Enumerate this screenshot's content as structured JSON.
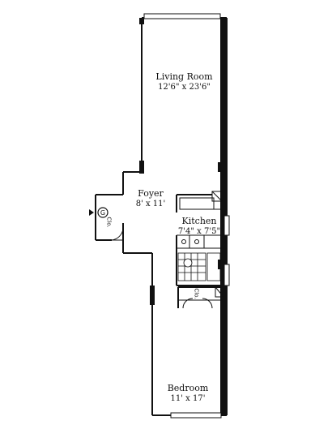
{
  "rooms": {
    "living": {
      "name": "Living Room",
      "dims": "12'6\" x 23'6\""
    },
    "foyer": {
      "name": "Foyer",
      "dims": "8' x 11'"
    },
    "kitchen": {
      "name": "Kitchen",
      "dims": "7'4\" x 7'5\""
    },
    "bedroom": {
      "name": "Bedroom",
      "dims": "11' x 17'"
    }
  },
  "closets": {
    "foyer_closet": "Clo.",
    "hall_closet": "Clo."
  },
  "entry": {
    "marker": "G"
  },
  "colors": {
    "wall": "#111111",
    "window": "#9a9a9a"
  }
}
